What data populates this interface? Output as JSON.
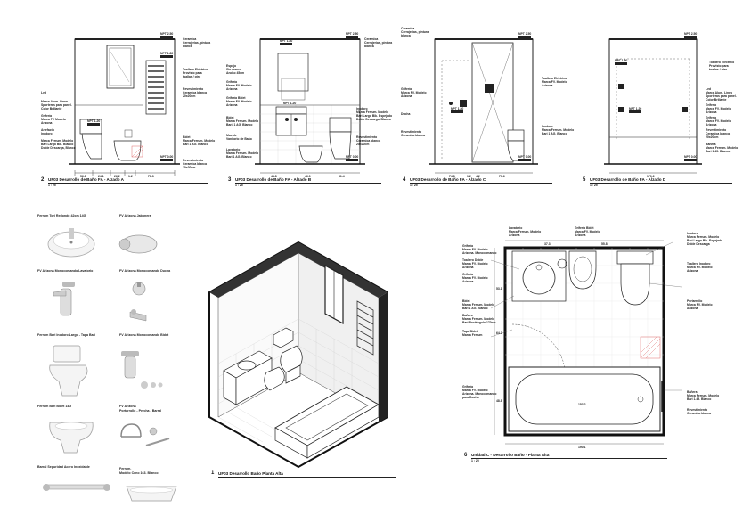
{
  "sheet": {
    "elev_a": {
      "num": "2",
      "title": "UF03 Desarrollo de Baño FA - Alzado A",
      "scale": "1 : 25",
      "labels": [
        "Ceramica",
        "Cerrajerias, pintura",
        "blanca",
        "Toallero Eléctrico",
        "Provisto para",
        "toallas / otro",
        "Revestimiento",
        "Ceramica blanca",
        "20x20cm",
        "Led",
        "Marca Alum. Línea",
        "Sporteras para panel.",
        "Color Brillante",
        "Grifería",
        "Marca FV Modelo",
        "Arizona",
        "Artefacto",
        "Inodoro",
        "Marca Ferrum. Modelo",
        "Bari Largo Blk. Blanco",
        "Doble Descarga, Blanco",
        "Bidet",
        "Marca Ferrum. Modelo",
        "Bari 1 AG. Blanco",
        "Revestimiento",
        "Ceramica blanca",
        "20x20cm"
      ],
      "dims_bottom": [
        "56.8",
        "24.1",
        "26.2",
        "1.2",
        "71.3"
      ],
      "levels": [
        "NPT 2.50",
        "NPT 1.80",
        "NPT 1.20",
        "NPT 0.00"
      ]
    },
    "elev_b": {
      "num": "3",
      "title": "UF03 Desarrollo de Baño FA - Alzado B",
      "scale": "1 : 25",
      "labels": [
        "Ceramica",
        "Cerrajerias, pintura",
        "blanca",
        "Espejo",
        "Sin marco",
        "Ancho 45cm",
        "Grifería",
        "Marca FV. Modelo",
        "Arizona",
        "Grifería Bidet",
        "Marca FV. Modelo",
        "Arizona",
        "Bidet",
        "Marca Ferrum. Modelo",
        "Bari. 1 AG. Blanco",
        "Mueble",
        "Vanitorio de Baño",
        "Lavatorio",
        "Marca Ferrum. Modelo",
        "Bari 1 AG. Blanco",
        "Inodoro",
        "Marca Ferrum. Modelo",
        "Bari Largo Blk. Espejado",
        "Doble Descarga, Blanco",
        "Revestimiento",
        "Ceramica blanca",
        "20x20cm"
      ],
      "dims_bottom": [
        "44.8",
        "46.0",
        "31.4"
      ],
      "levels": [
        "NPT 2.50",
        "NPT 1.80",
        "NPT 1.20",
        "NPT 0.00"
      ]
    },
    "elev_c": {
      "num": "4",
      "title": "UF03 Desarrollo de Baño FA - Alzado C",
      "scale": "1 : 25",
      "labels": [
        "Ceramica",
        "Cerrajerias, pintura",
        "blanca",
        "Toallero Eléctrico",
        "Marca FV. Modelo",
        "Arizona",
        "Grifería",
        "Marca FV. Modelo",
        "Arizona",
        "Ducha",
        "Inodoro",
        "Marca Ferrum. Modelo",
        "Bari 1 AG. Blanco",
        "Revestimiento",
        "Ceramica blanca"
      ],
      "dims_bottom": [
        "74.8",
        "1.2",
        "4.2",
        "73.6"
      ],
      "levels": [
        "NPT 2.50",
        "NPT 1.80",
        "NPT 0.00"
      ]
    },
    "elev_d": {
      "num": "5",
      "title": "UF03 Desarrollo de Baño FA - Alzado D",
      "scale": "1 : 25",
      "labels": [
        "Toallero Eléctrico",
        "Provisto para",
        "toallas / otro",
        "Led",
        "Marca Alum. Línea",
        "Sporteras para panel.",
        "Color Brillante",
        "Grifería",
        "Marca FV. Modelo",
        "Arizona",
        "Grifería",
        "Marca FV. Modelo",
        "Arizona",
        "Revestimiento",
        "Ceramica blanca",
        "20x20cm",
        "Bañera",
        "Marca Ferrum. Modelo",
        "Bari 1.45. Blanco"
      ],
      "dims_bottom": [
        "179.6"
      ],
      "levels": [
        "NPT 2.50",
        "NPT 1.50",
        "NPT 1.20",
        "NPT 0.00"
      ]
    },
    "catalog": {
      "items": [
        {
          "label": "Ferrum Tori Redondo 42cm 14G"
        },
        {
          "label": "FV Arizona Jabonera"
        },
        {
          "label": "FV Arizona Monocomando Lavatorio"
        },
        {
          "label": "FV Arizona Monocomando Ducha"
        },
        {
          "label": "Ferrum Bari Inodoro Largo - Tapa Bari"
        },
        {
          "label": "FV Arizona Monocomando Bidet"
        },
        {
          "label": "Ferrum Bari Bidet 14G"
        },
        {
          "label": "FV Arizona"
        },
        {
          "label": "Portarrollo - Percha - Barral"
        },
        {
          "label": "Barral Seguridad Acero Inoxidable"
        },
        {
          "label": "Ferrum."
        },
        {
          "label": "Modelo Ceno 163. Blanco"
        }
      ]
    },
    "iso": {
      "num": "1",
      "title": "UF03 Desarrollo Baño Planta Alta"
    },
    "plan": {
      "num": "6",
      "title": "Unidad C - Desarrollo Baño - Planta Alta",
      "scale": "1 : 25",
      "labels_left": [
        "Grifería",
        "Marca FV. Modelo",
        "Arizona. Monocomando",
        "Toallero Doble",
        "Marca FV. Modelo",
        "Arizona",
        "Grifería",
        "Marca FV. Modelo",
        "Arizona",
        "Bidet",
        "Marca Ferrum. Modelo",
        "Bari 1 AG. Blanco",
        "Bañera",
        "Marca Ferrum. Modelo",
        "Bari Rectángulo 170cm",
        "Tapa Bidet",
        "Marca Ferrum",
        "Grifería",
        "Marca FV. Modelo",
        "Arizona. Monocomando",
        "para Ducha"
      ],
      "labels_top": [
        "Lavatorio",
        "Marca Ferrum. Modelo",
        "Arizona",
        "Grifería Bidet",
        "Marca FV. Modelo",
        "Arizona"
      ],
      "labels_right": [
        "Inodoro",
        "Marca Ferrum. Modelo",
        "Bari Largo Blk. Espejado",
        "Doble Descarga",
        "Toallero Inodoro",
        "Marca FV. Modelo",
        "Arizona",
        "Portarrollo",
        "Marca FV. Modelo",
        "Arizona",
        "Bañera",
        "Marca Ferrum. Modelo",
        "Bari 1.45. Blanco",
        "Revestimiento",
        "Ceramica blanca"
      ],
      "dims": [
        "37.3",
        "55.8",
        "53.1",
        "64.3",
        "48.8",
        "190.1",
        "153.2"
      ]
    }
  }
}
